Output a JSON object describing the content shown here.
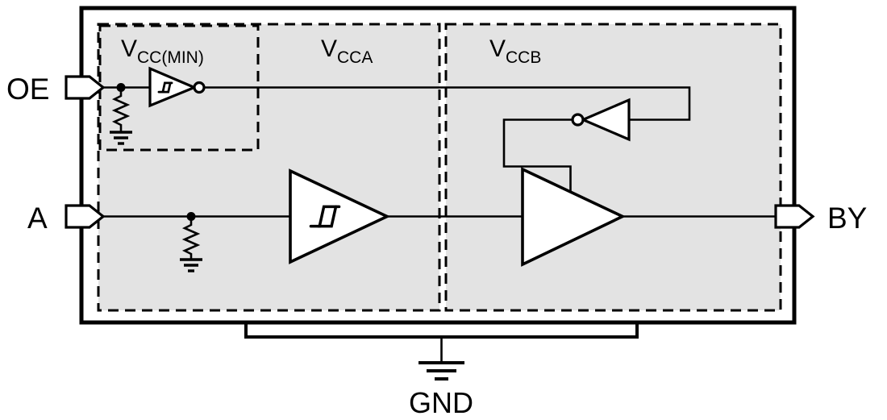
{
  "labels": {
    "vcc_min": {
      "main": "V",
      "sub": "CC(MIN)"
    },
    "vcca": {
      "main": "V",
      "sub": "CCA"
    },
    "vccb": {
      "main": "V",
      "sub": "CCB"
    }
  },
  "pins": {
    "oe": "OE",
    "a": "A",
    "by": "BY",
    "gnd": "GND"
  },
  "colors": {
    "line": "#000000",
    "region_fill": "#e3e3e3",
    "background": "#ffffff"
  },
  "icons": {
    "oe_input_gate": "schmitt-trigger-inverter",
    "a_input_gate": "schmitt-trigger-buffer",
    "enable_gate": "inverter-bubble-left",
    "output_gate": "buffer",
    "oe_pulldown": "resistor",
    "a_pulldown": "resistor",
    "ground_marks": "earth-ground",
    "pin_connectors": "pin-arrow"
  }
}
